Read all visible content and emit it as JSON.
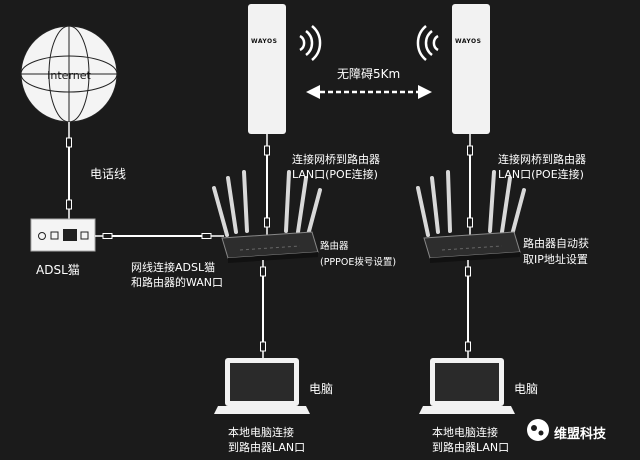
{
  "colors": {
    "background": "#1b1b1b",
    "line": "#ffffff",
    "accent": "#ffffff"
  },
  "internet": {
    "label": "Internet"
  },
  "phone_line_label": "电话线",
  "adsl": {
    "label": "ADSL猫"
  },
  "cable_label": {
    "line1": "网线连接ADSL猫",
    "line2": "和路由器的WAN口"
  },
  "left_bridge": {
    "brand": "WAYOS",
    "connect_line1": "连接网桥到路由器",
    "connect_line2": "LAN口(POE连接)"
  },
  "right_bridge": {
    "brand": "WAYOS",
    "connect_line1": "连接网桥到路由器",
    "connect_line2": "LAN口(POE连接)"
  },
  "link_label": "无障碍5Km",
  "left_router": {
    "label_line1": "路由器",
    "label_line2": "(PPPOE拨号设置)"
  },
  "right_router": {
    "label_line1": "路由器自动获",
    "label_line2": "取IP地址设置"
  },
  "left_pc": {
    "label": "电脑",
    "desc_line1": "本地电脑连接",
    "desc_line2": "到路由器LAN口"
  },
  "right_pc": {
    "label": "电脑",
    "desc_line1": "本地电脑连接",
    "desc_line2": "到路由器LAN口"
  },
  "watermark": {
    "icon": "wechat-icon",
    "text": "维盟科技"
  }
}
